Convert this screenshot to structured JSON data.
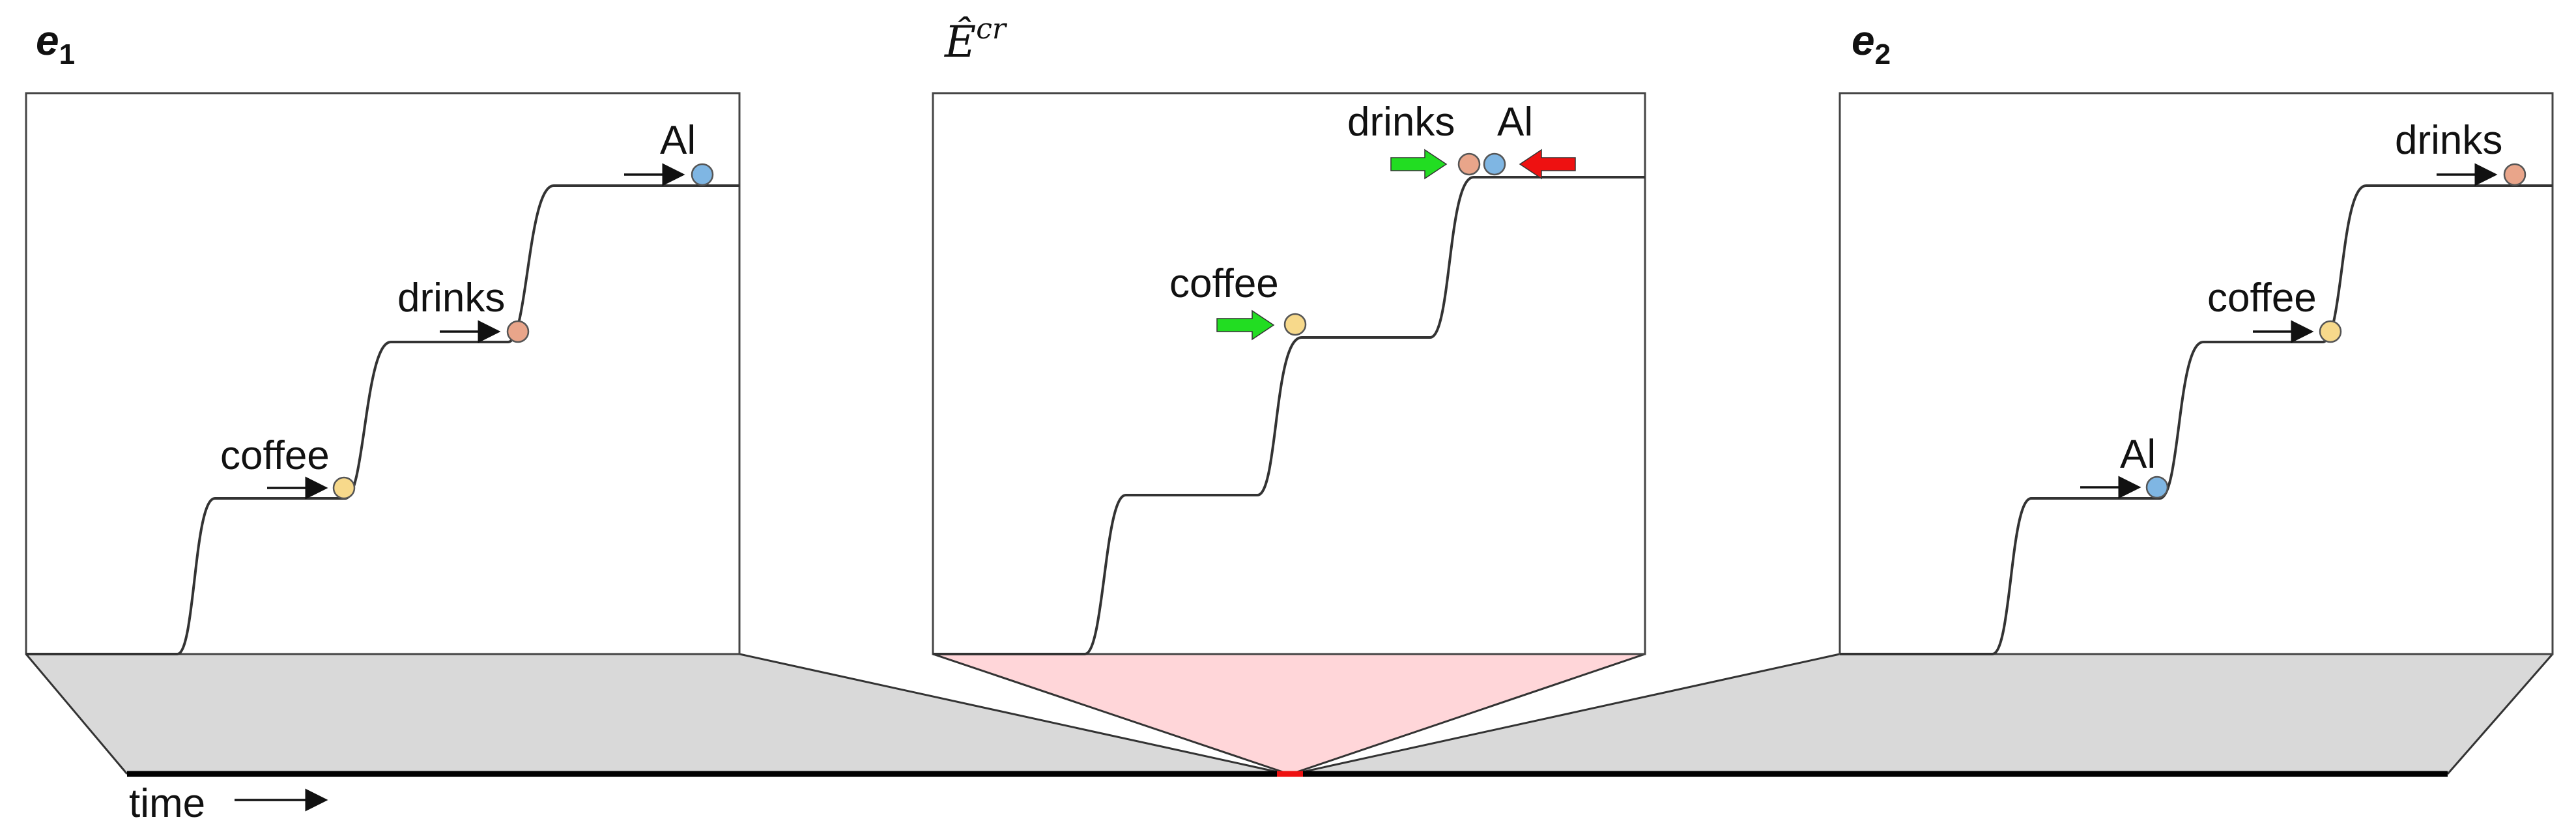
{
  "colors": {
    "coffee": "#f7d98b",
    "drinks": "#e9a58a",
    "Al": "#7fb6e3",
    "green_arrow": "#22dd22",
    "red_arrow": "#ee1111",
    "timeline_fan": "#d9d9d9",
    "center_fan": "#ffd6d9",
    "timeline_marker": "#ee1111"
  },
  "panels": {
    "left": {
      "title_main": "e",
      "title_sub": "1",
      "steps": [
        {
          "label": "coffee",
          "color_key": "coffee"
        },
        {
          "label": "drinks",
          "color_key": "drinks"
        },
        {
          "label": "Al",
          "color_key": "Al"
        }
      ]
    },
    "center": {
      "title_main": "Ê",
      "title_sup": "cr",
      "labels": {
        "coffee": "coffee",
        "drinks": "drinks",
        "Al": "Al"
      }
    },
    "right": {
      "title_main": "e",
      "title_sub": "2",
      "steps": [
        {
          "label": "Al",
          "color_key": "Al"
        },
        {
          "label": "coffee",
          "color_key": "coffee"
        },
        {
          "label": "drinks",
          "color_key": "drinks"
        }
      ]
    }
  },
  "timeline": {
    "label": "time"
  }
}
